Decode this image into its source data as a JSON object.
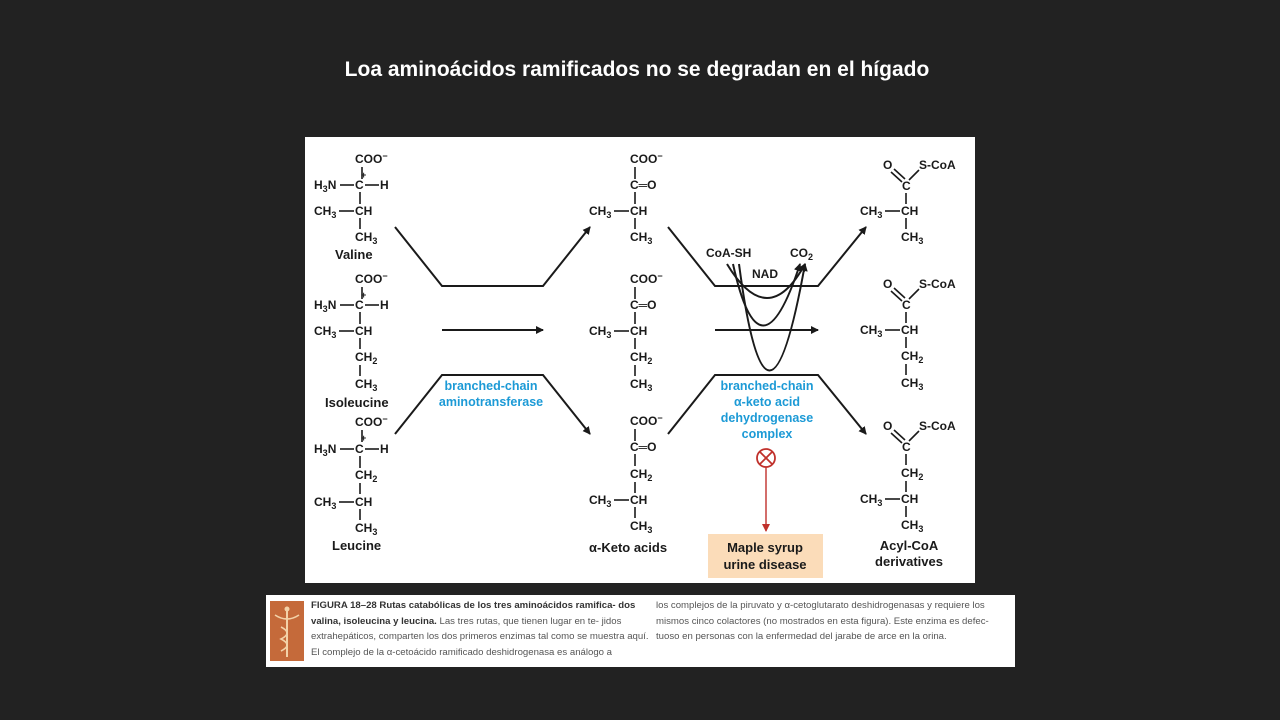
{
  "slide": {
    "title": "Loa aminoácidos ramificados no se degradan en el hígado"
  },
  "diagram": {
    "amino_acids": [
      "Valine",
      "Isoleucine",
      "Leucine"
    ],
    "keto_label": "α-Keto acids",
    "acyl_label_1": "Acyl-CoA",
    "acyl_label_2": "derivatives",
    "enzyme1": [
      "branched-chain",
      "aminotransferase"
    ],
    "enzyme2": [
      "branched-chain",
      "α-keto acid",
      "dehydrogenase",
      "complex"
    ],
    "cofactors": {
      "coa": "CoA-SH",
      "co2": "CO",
      "co2_sub": "2",
      "nad": "NAD"
    },
    "disease": [
      "Maple syrup",
      "urine disease"
    ],
    "chem": {
      "coo": "COO",
      "minus": "−",
      "plus": "+",
      "h3n": "H",
      "h3n_sub": "3",
      "n": "N",
      "c": "C",
      "h": "H",
      "ch": "CH",
      "ch2": "CH",
      "ch2_sub": "2",
      "ch3": "CH",
      "ch3_sub": "3",
      "o": "O",
      "scoa": "S-CoA",
      "dbl_o": "═O"
    },
    "colors": {
      "enzyme_text": "#1c9ad6",
      "disease_box": "#fbdcb9",
      "block_symbol": "#c0312c"
    }
  },
  "caption": {
    "heading": "FIGURA 18–28 Rutas catabólicas de los tres aminoácidos ramifica- dos valina, isoleucina y leucina.",
    "left_text": "Las tres rutas, que tienen lugar en te- jidos extrahepáticos, comparten los dos primeros enzimas tal como se muestra aquí. El complejo de la α-cetoácido ramificado deshidrogenasa es análogo a",
    "right_text": "los complejos de la piruvato y α-cetoglutarato deshidrogenasas y requiere los mismos cinco colactores (no mostrados en esta figura). Este enzima es defec- tuoso en personas con la enfermedad del jarabe de arce en la orina."
  }
}
